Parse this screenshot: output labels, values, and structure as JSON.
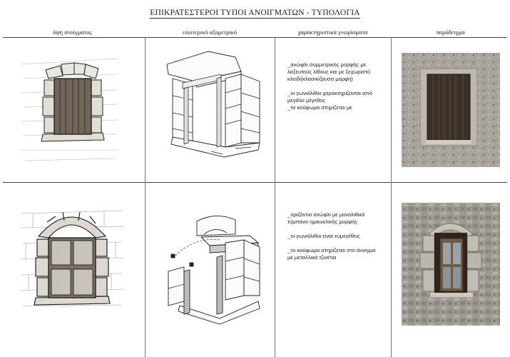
{
  "title": "ΕΠΙΚΡΑΤΕΣΤΕΡΟΙ ΤΥΠΟΙ ΑΝΟΙΓΜΑΤΩΝ - ΤΥΠΟΛΟΓΙΑ",
  "columns": [
    "όψη ανοίγματος",
    "εσωτερικό αξομετρικό",
    "χαρακτηριστικά γνωρίσματα",
    "παράδειγμα"
  ],
  "rows": [
    {
      "features": [
        "_ανώφλι συμμετρικής μορφής με λαξευτούς λίθους και με ξεχωριστό κλειδί(κλασικίζουσα μορφή)",
        "_οι γωνιόλιθοι χαρακτηρίζονται από μεγάλο μέγεθος",
        "_το κούφωμα στηρίζεται με"
      ]
    },
    {
      "features": [
        "_οριζόντιο ανώφλι με μονολιθικό τύμπανο ημικυκλικής μορφής",
        "_οι γωνιόλιθοι είναι ευμεγέθεις",
        "_το κούφωμα στηρίζεται στο άνοιγμα με μεταλλικά τζινέτια"
      ]
    }
  ],
  "colors": {
    "photo_stone": "#a8a49b",
    "photo_dark": "#3b3128",
    "line": "#444444"
  }
}
